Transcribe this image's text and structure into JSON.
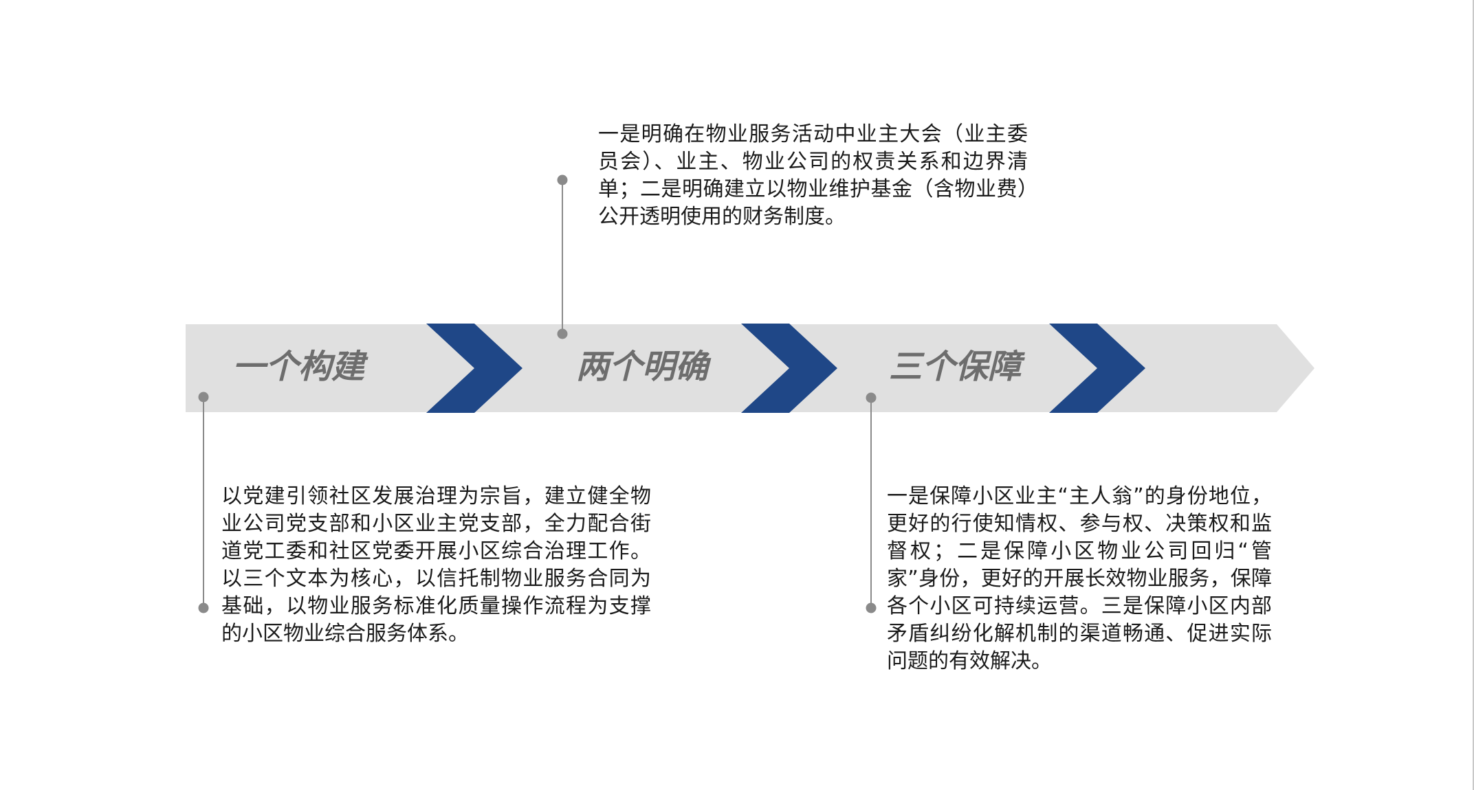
{
  "stages": [
    {
      "title": "一个构建"
    },
    {
      "title": "两个明确"
    },
    {
      "title": "三个保障"
    }
  ],
  "descriptions": {
    "construction": "以党建引领社区发展治理为宗旨，建立健全物业公司党支部和小区业主党支部，全力配合街道党工委和社区党委开展小区综合治理工作。以三个文本为核心，以信托制物业服务合同为基础，以物业服务标准化质量操作流程为支撑的小区物业综合服务体系。",
    "clarity": "一是明确在物业服务活动中业主大会（业主委员会）、业主、物业公司的权责关系和边界清单；二是明确建立以物业维护基金（含物业费）公开透明使用的财务制度。",
    "guarantee": "一是保障小区业主“主人翁”的身份地位，更好的行使知情权、参与权、决策权和监督权；二是保障小区物业公司回归“管家”身份，更好的开展长效物业服务，保障各个小区可持续运营。三是保障小区内部矛盾纠纷化解机制的渠道畅通、促进实际问题的有效解决。"
  },
  "colors": {
    "band": "#e0e0e0",
    "chevron": "#1f4787",
    "connector": "#8a8a8a",
    "label": "#6d6d6d"
  }
}
